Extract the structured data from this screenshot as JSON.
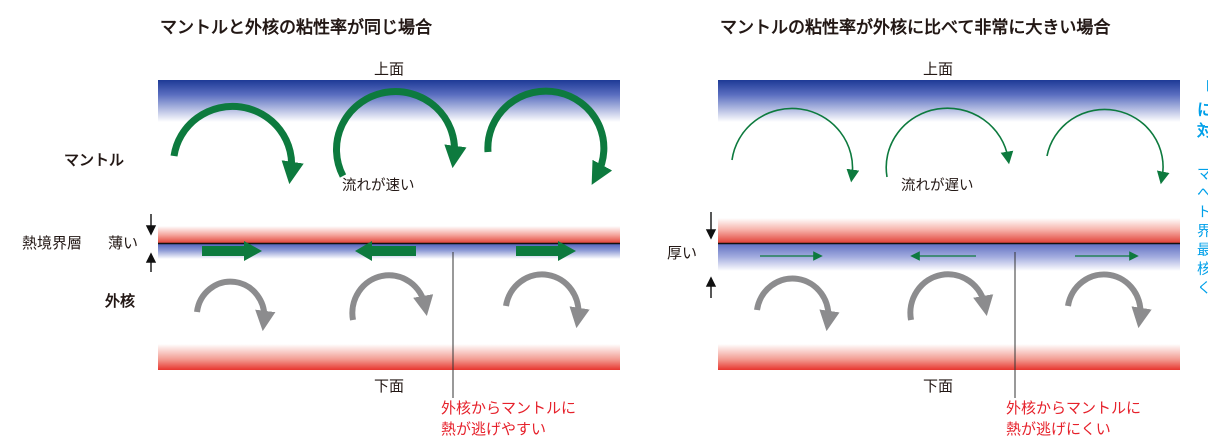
{
  "panels": [
    {
      "title": "マントルと外核の粘性率が同じ場合",
      "top_label": "上面",
      "bottom_label": "下面",
      "flow_label": "流れが速い",
      "heat_note": [
        "外核からマントルに",
        "熱が逃げやすい"
      ],
      "flow_strength": "strong"
    },
    {
      "title": "マントルの粘性率が外核に比べて非常に大きい場合",
      "top_label": "上面",
      "bottom_label": "下面",
      "flow_label": "流れが遅い",
      "heat_note": [
        "外核からマントルに",
        "熱が逃げにくい"
      ],
      "flow_strength": "weak"
    }
  ],
  "left_labels": {
    "mantle": "マントル",
    "boundary": "熱境界層",
    "thin": "薄い",
    "core": "外核"
  },
  "thick_label": "厚い",
  "side_text": {
    "heading": [
      "「",
      "に",
      "対"
    ],
    "body": [
      "マ",
      "へ",
      "ト",
      "界",
      "最",
      "核",
      "く"
    ]
  },
  "colors": {
    "mantle_flow": "#0d7a3e",
    "core_flow": "#8c8c8e",
    "top_boundary": "#1e3a96",
    "bottom_boundary": "#e8362f",
    "note_text": "#e6212b",
    "side_text": "#00a0e9"
  }
}
